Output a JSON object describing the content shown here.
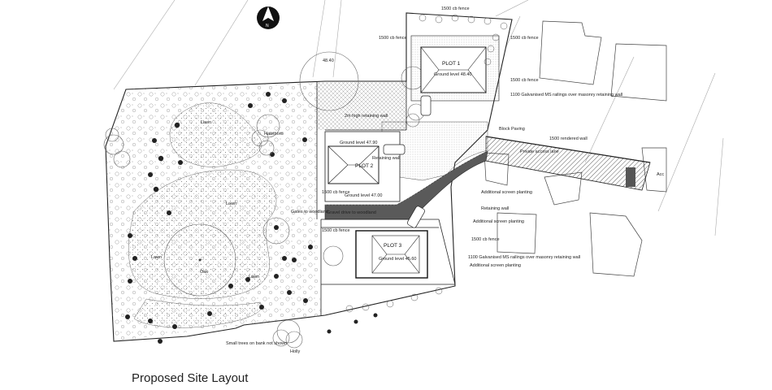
{
  "title": "Proposed Site Layout",
  "north_arrow": {
    "letter": "N"
  },
  "plots": [
    {
      "name": "PLOT 1",
      "ground_level": "Ground level 48.40"
    },
    {
      "name": "PLOT 2",
      "ground_level_top": "Ground level 47.90",
      "ground_level_bottom": "Ground level 47.00"
    },
    {
      "name": "PLOT 3",
      "ground_level": "Ground level 45.60"
    }
  ],
  "labels": {
    "fence_top": "1500 cb fence",
    "fence_left_top": "1500 cb fence",
    "fence_right_1": "1500 cb fence",
    "fence_right_2": "1500 cb fence",
    "fence_plot2": "1500 cb fence",
    "fence_plot3": "1500 cb fence",
    "fence_plot3_right": "1500 cb fence",
    "railings_top": "1100 Galvanised MS railings over masonry retaining wall",
    "railings_bottom": "1100 Galvanised MS railings over masonry retaining wall",
    "retaining_wall_2m": "2m high retaining wall",
    "retaining_wall_plot2": "Retaining wall",
    "retaining_wall_right": "Retaining wall",
    "block_paving": "Block Paving",
    "rendered_wall": "1500 rendered wall",
    "private_access": "Private access lane",
    "gravel_drive": "Gravel drive to woodland",
    "gates": "Gates to woodland",
    "screen_planting_1": "Additional screen planting",
    "screen_planting_2": "Additional screen planting",
    "screen_planting_3": "Additional screen planting",
    "lawn_1": "Lawn",
    "lawn_2": "Lawn",
    "lawn_3": "Lawn",
    "lawn_4": "Lawn",
    "hawthorn": "Hawthorn",
    "oak": "Oak",
    "holly": "Holly",
    "small_trees": "Small trees on bank not shown",
    "level_top": "48.40",
    "access_right": "Acc"
  }
}
